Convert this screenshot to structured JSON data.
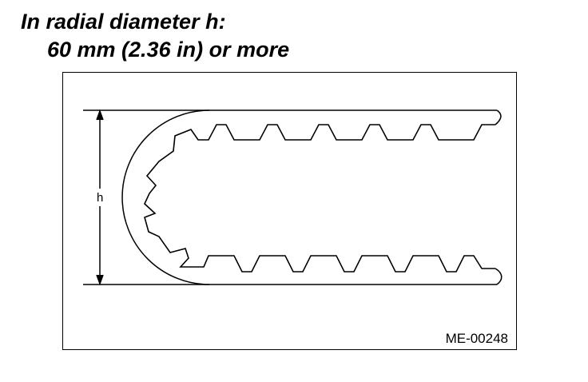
{
  "caption": {
    "line1": "In radial diameter h:",
    "line2": "60 mm (2.36 in) or more"
  },
  "diagram": {
    "dimension_label": "h",
    "figure_code": "ME-00248"
  },
  "colors": {
    "line": "#000000",
    "background": "#ffffff"
  }
}
